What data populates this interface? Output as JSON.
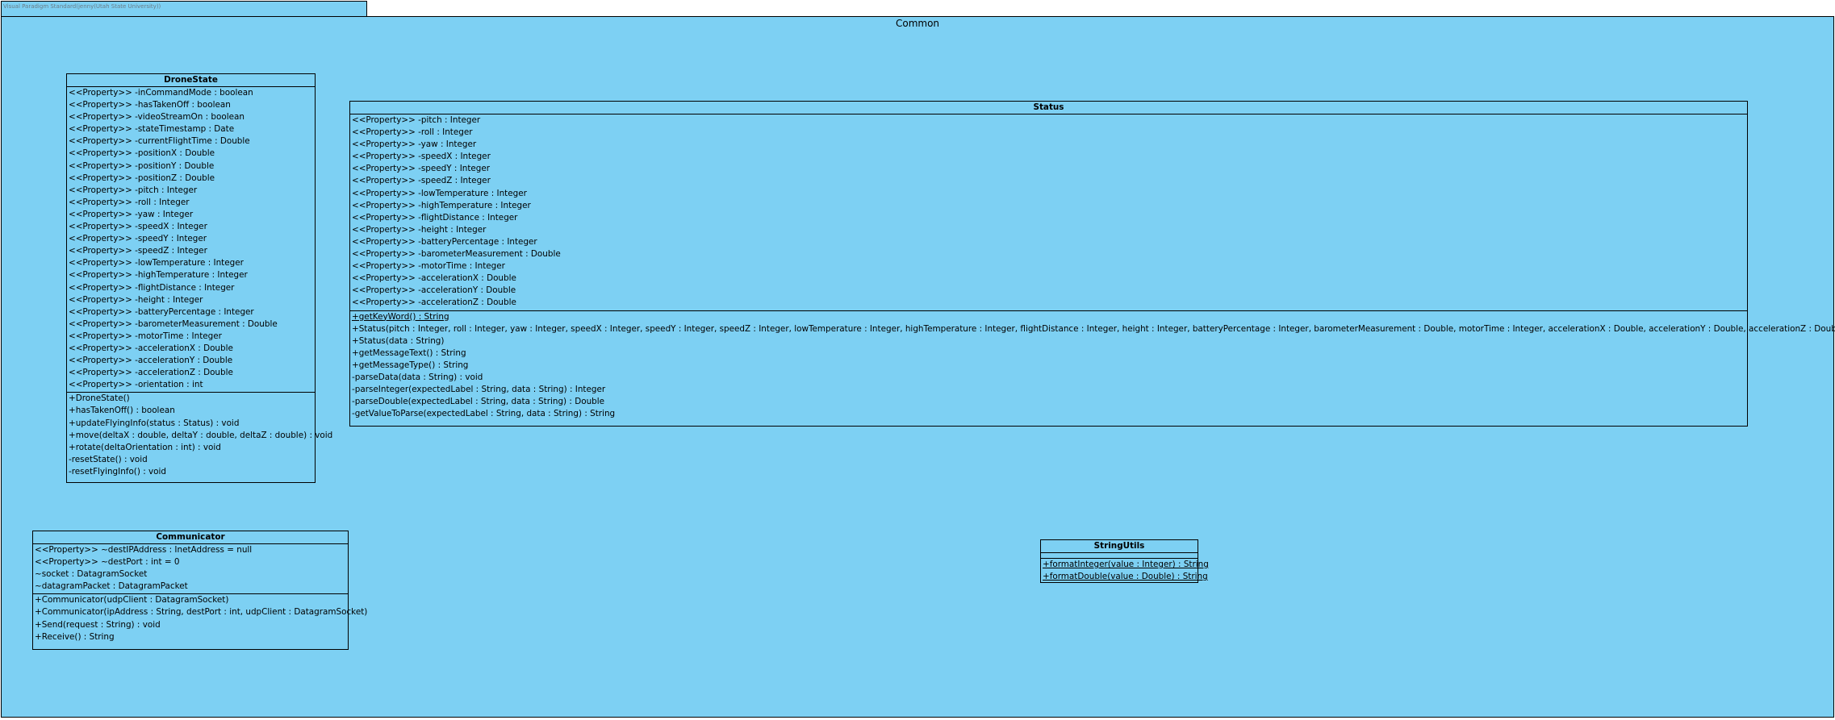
{
  "diagram": {
    "tab_label": "Visual Paradigm Standard(jenny(Utah State University))",
    "package_name": "Common"
  },
  "classes": {
    "DroneState": {
      "name": "DroneState",
      "attributes": [
        "<<Property>> -inCommandMode : boolean",
        "<<Property>> -hasTakenOff : boolean",
        "<<Property>> -videoStreamOn : boolean",
        "<<Property>> -stateTimestamp : Date",
        "<<Property>> -currentFlightTime : Double",
        "<<Property>> -positionX : Double",
        "<<Property>> -positionY : Double",
        "<<Property>> -positionZ : Double",
        "<<Property>> -pitch : Integer",
        "<<Property>> -roll : Integer",
        "<<Property>> -yaw : Integer",
        "<<Property>> -speedX : Integer",
        "<<Property>> -speedY : Integer",
        "<<Property>> -speedZ : Integer",
        "<<Property>> -lowTemperature : Integer",
        "<<Property>> -highTemperature : Integer",
        "<<Property>> -flightDistance : Integer",
        "<<Property>> -height : Integer",
        "<<Property>> -batteryPercentage : Integer",
        "<<Property>> -barometerMeasurement : Double",
        "<<Property>> -motorTime : Integer",
        "<<Property>> -accelerationX : Double",
        "<<Property>> -accelerationY : Double",
        "<<Property>> -accelerationZ : Double",
        "<<Property>> -orientation : int"
      ],
      "operations": [
        "+DroneState()",
        "+hasTakenOff() : boolean",
        "+updateFlyingInfo(status : Status) : void",
        "+move(deltaX : double, deltaY : double, deltaZ : double) : void",
        "+rotate(deltaOrientation : int) : void",
        "-resetState() : void",
        "-resetFlyingInfo() : void"
      ]
    },
    "Status": {
      "name": "Status",
      "attributes": [
        "<<Property>> -pitch : Integer",
        "<<Property>> -roll : Integer",
        "<<Property>> -yaw : Integer",
        "<<Property>> -speedX : Integer",
        "<<Property>> -speedY : Integer",
        "<<Property>> -speedZ : Integer",
        "<<Property>> -lowTemperature : Integer",
        "<<Property>> -highTemperature : Integer",
        "<<Property>> -flightDistance : Integer",
        "<<Property>> -height : Integer",
        "<<Property>> -batteryPercentage : Integer",
        "<<Property>> -barometerMeasurement : Double",
        "<<Property>> -motorTime : Integer",
        "<<Property>> -accelerationX : Double",
        "<<Property>> -accelerationY : Double",
        "<<Property>> -accelerationZ : Double"
      ],
      "operations": [
        "+getKeyWord() : String",
        "+Status(pitch : Integer, roll : Integer, yaw : Integer, speedX : Integer, speedY : Integer, speedZ : Integer, lowTemperature : Integer, highTemperature : Integer, flightDistance : Integer, height : Integer, batteryPercentage : Integer, barometerMeasurement : Double, motorTime : Integer, accelerationX : Double, accelerationY : Double, accelerationZ : Double)",
        "+Status(data : String)",
        "+getMessageText() : String",
        "+getMessageType() : String",
        "-parseData(data : String) : void",
        "-parseInteger(expectedLabel : String, data : String) : Integer",
        "-parseDouble(expectedLabel : String, data : String) : Double",
        "-getValueToParse(expectedLabel : String, data : String) : String"
      ]
    },
    "Communicator": {
      "name": "Communicator",
      "attributes": [
        "<<Property>> ~destIPAddress : InetAddress = null",
        "<<Property>> ~destPort : int = 0",
        "~socket : DatagramSocket",
        "~datagramPacket : DatagramPacket"
      ],
      "operations": [
        "+Communicator(udpClient : DatagramSocket)",
        "+Communicator(ipAddress : String, destPort : int, udpClient : DatagramSocket)",
        "+Send(request : String) : void",
        "+Receive() : String"
      ]
    },
    "StringUtils": {
      "name": "StringUtils",
      "operations": [
        "+formatInteger(value : Integer) : String",
        "+formatDouble(value : Double) : String"
      ]
    }
  },
  "colors": {
    "package_fill": "#7dd0f3",
    "class_fill": "#7dd0f3",
    "border": "#000000",
    "tab_text": "#6b7c86"
  }
}
